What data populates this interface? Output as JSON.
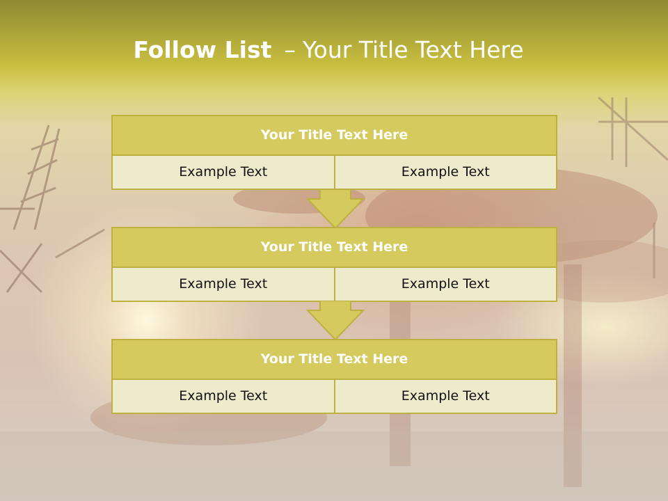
{
  "header": {
    "title_bold": "Follow List",
    "title_sep": "–",
    "title_rest": "Your Title Text Here"
  },
  "blocks": [
    {
      "title": "Your Title Text Here",
      "left": "Example Text",
      "right": "Example Text"
    },
    {
      "title": "Your Title Text Here",
      "left": "Example Text",
      "right": "Example Text"
    },
    {
      "title": "Your Title Text Here",
      "left": "Example Text",
      "right": "Example Text"
    }
  ],
  "colors": {
    "header_band": "#c9bf3f",
    "block_title_fill": "#d4ca5e",
    "block_cell_fill": "#eeebcc",
    "border": "#bdb13f",
    "arrow_fill": "#d4ca5e"
  },
  "background_image": "concert-stage-photo"
}
